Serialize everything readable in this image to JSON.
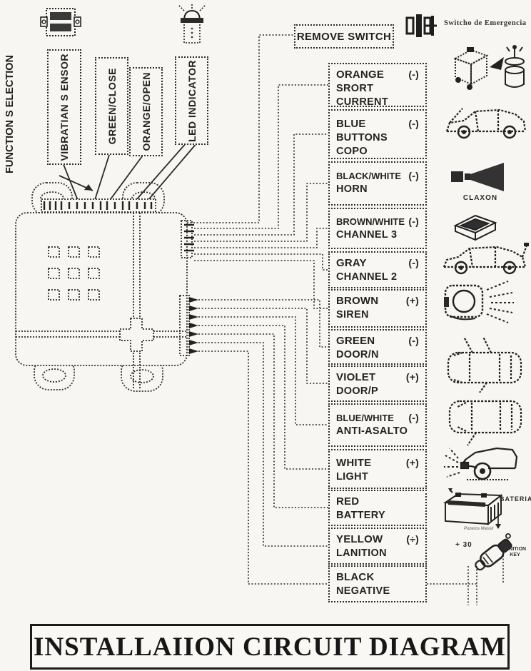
{
  "colors": {
    "paper": "#f7f6f2",
    "ink": "#222222"
  },
  "header": {
    "function_selection": "FUNCTION S ELECTION",
    "top_labels": [
      "VIBRATIAN S ENSOR",
      "GREEN/CLOSE",
      "ORANGE/OPEN",
      "LED INDICATOR"
    ],
    "remove_switch": "REMOVE SWITCH",
    "emergency_switch": "Switcho de Emergencia"
  },
  "wires": [
    {
      "color": "ORANGE",
      "polarity": "(-)",
      "line2": "SRORT",
      "line3": "CURRENT"
    },
    {
      "color": "BLUE",
      "polarity": "(-)",
      "line2": "BUTTONS",
      "line3": "COPO"
    },
    {
      "color": "BLACK/WHITE",
      "polarity": "(-)",
      "line2": "HORN"
    },
    {
      "color": "BROWN/WHITE",
      "polarity": "(-)",
      "line2": "CHANNEL 3"
    },
    {
      "color": "GRAY",
      "polarity": "(-)",
      "line2": "CHANNEL 2"
    },
    {
      "color": "BROWN",
      "polarity": "(+)",
      "line2": "SIREN"
    },
    {
      "color": "GREEN",
      "polarity": "(-)",
      "line2": "DOOR/N"
    },
    {
      "color": "VIOLET",
      "polarity": "(+)",
      "line2": "DOOR/P"
    },
    {
      "color": "BLUE/WHITE",
      "polarity": "(-)",
      "line2": "ANTI-ASALTO"
    },
    {
      "color": "WHITE",
      "polarity": "(+)",
      "line2": "LIGHT"
    },
    {
      "color": "RED",
      "polarity": "",
      "line2": "BATTERY"
    },
    {
      "color": "YELLOW",
      "polarity": "(÷)",
      "line2": "LANITION"
    },
    {
      "color": "BLACK",
      "polarity": "",
      "line2": "NEGATIVE"
    }
  ],
  "right_column": {
    "claxon": "CLAXON",
    "bateria": "BATERIA",
    "battery_note": "Pozeros Masok",
    "plus_30": "+ 30",
    "ignition_1": "IGNITION",
    "ignition_2": "KEY"
  },
  "footer": {
    "title": "INSTALLAIION CIRCUIT DIAGRAM"
  }
}
